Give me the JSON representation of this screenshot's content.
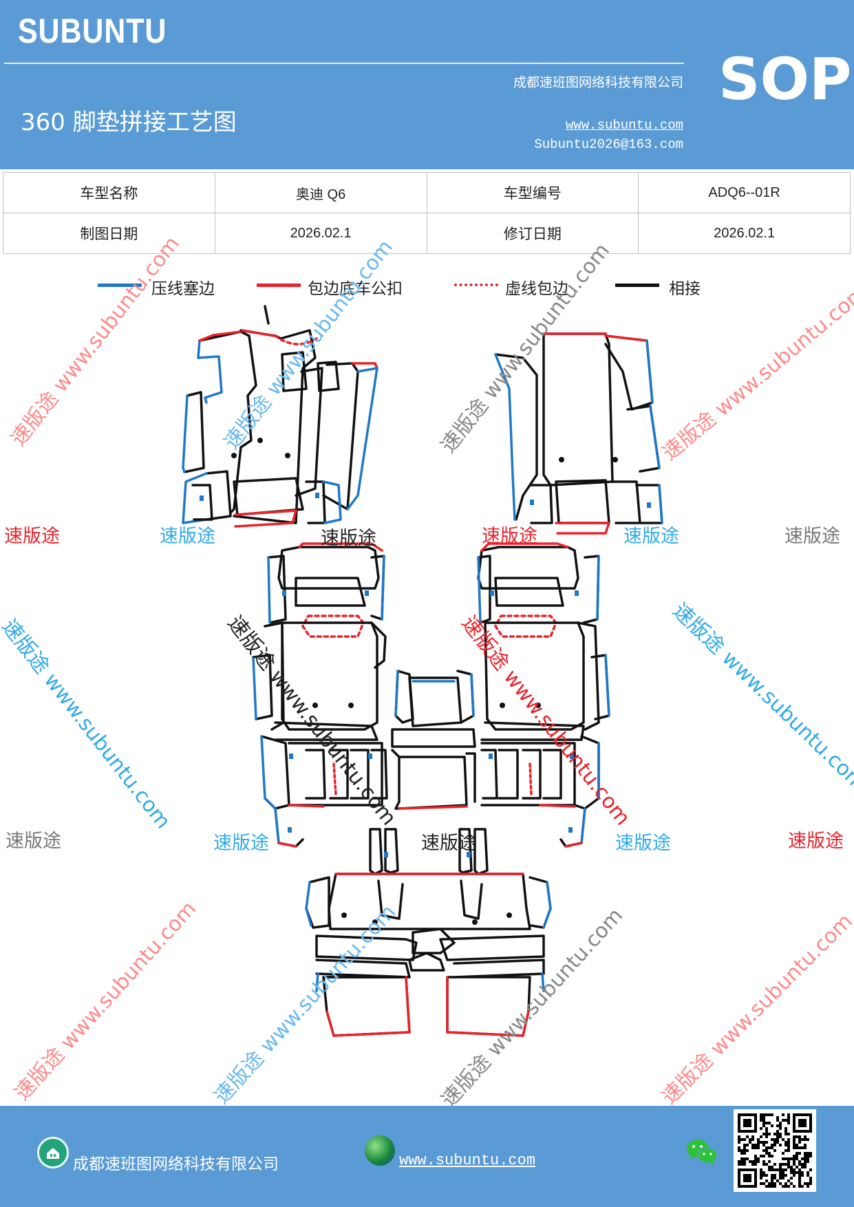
{
  "header": {
    "brand": "SUBUNTU",
    "company": "成都速班图网络科技有限公司",
    "title": "360 脚垫拼接工艺图",
    "website": "www.subuntu.com",
    "email": "Subuntu2026@163.com",
    "badge": "SOP"
  },
  "info_table": {
    "rows": [
      [
        {
          "label": "车型名称"
        },
        {
          "value": "奥迪 Q6"
        },
        {
          "label": "车型编号"
        },
        {
          "value": "ADQ6--01R"
        }
      ],
      [
        {
          "label": "制图日期"
        },
        {
          "value": "2026.02.1"
        },
        {
          "label": "修订日期"
        },
        {
          "value": "2026.02.1"
        }
      ]
    ]
  },
  "legend": [
    {
      "label": "压线塞边",
      "color": "#1f78c8",
      "style": "solid"
    },
    {
      "label": "包边底车公扣",
      "color": "#e8232a",
      "style": "solid"
    },
    {
      "label": "虚线包边",
      "color": "#e8232a",
      "style": "dotted"
    },
    {
      "label": "相接",
      "color": "#111111",
      "style": "solid"
    }
  ],
  "watermarks": {
    "brand_cn": "速版途",
    "diagonal": "速版途 www.subuntu.com",
    "url_only": "www.subuntu.com"
  },
  "footer": {
    "company": "成都速班图网络科技有限公司",
    "website": "www.subuntu.com"
  },
  "colors": {
    "header_bg": "#5b9bd5",
    "blue_line": "#1f78c8",
    "red_line": "#e8232a",
    "black_line": "#111111"
  }
}
